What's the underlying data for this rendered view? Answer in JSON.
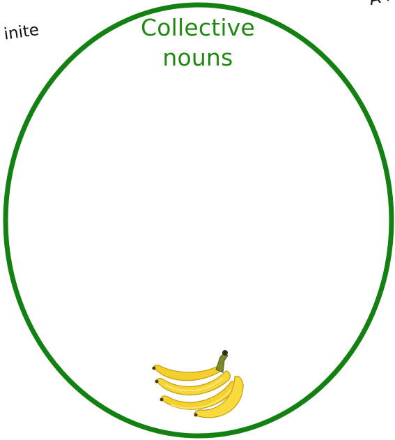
{
  "diagram": {
    "title_line1": "Collective",
    "title_line2": "nouns",
    "edge_label_left": "inite",
    "edge_label_right": "A r",
    "circle_color": "#138012",
    "title_color": "#1f8a12",
    "image_icon": "banana-bunch"
  }
}
